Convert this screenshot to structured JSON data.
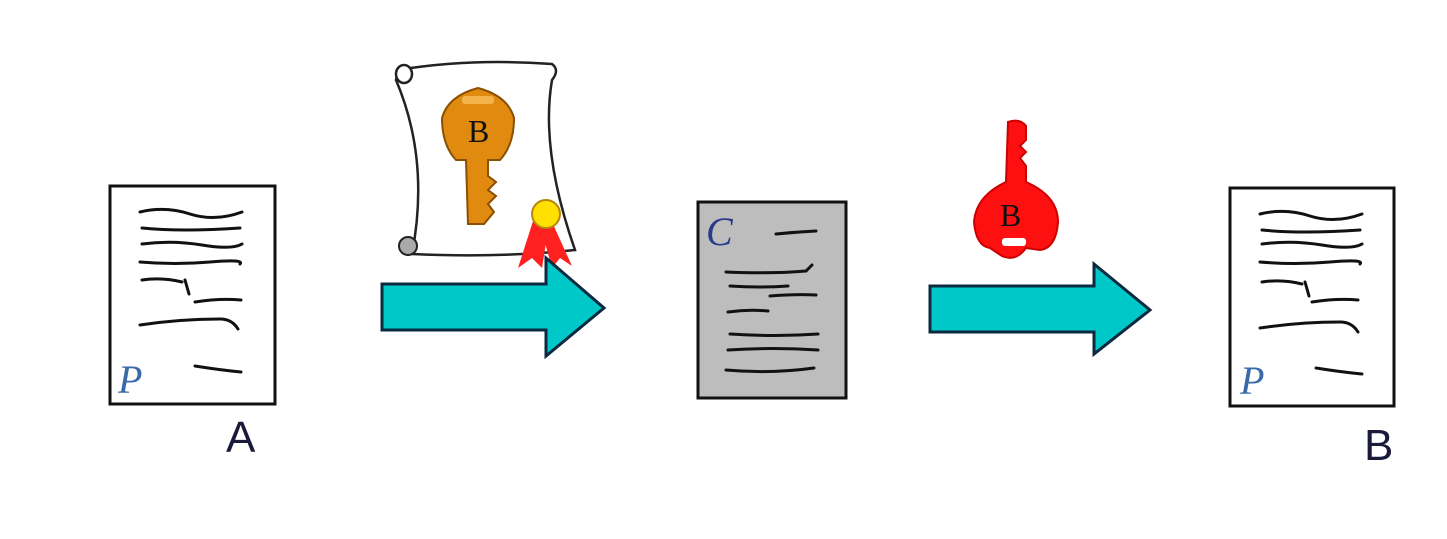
{
  "plaintext_doc_left": {
    "label": "P"
  },
  "sender": {
    "label": "A"
  },
  "public_key_certificate": {
    "key_label": "B"
  },
  "ciphertext_doc": {
    "label": "C"
  },
  "private_key": {
    "key_label": "B"
  },
  "plaintext_doc_right": {
    "label": "P"
  },
  "receiver": {
    "label": "B"
  },
  "colors": {
    "arrow_fill": "#00c8c8",
    "public_key": "#e08a10",
    "private_key": "#ff1010",
    "ciphertext_paper": "#bdbdbd",
    "seal_ribbon": "#ff2020",
    "seal_medal": "#ffe000"
  }
}
